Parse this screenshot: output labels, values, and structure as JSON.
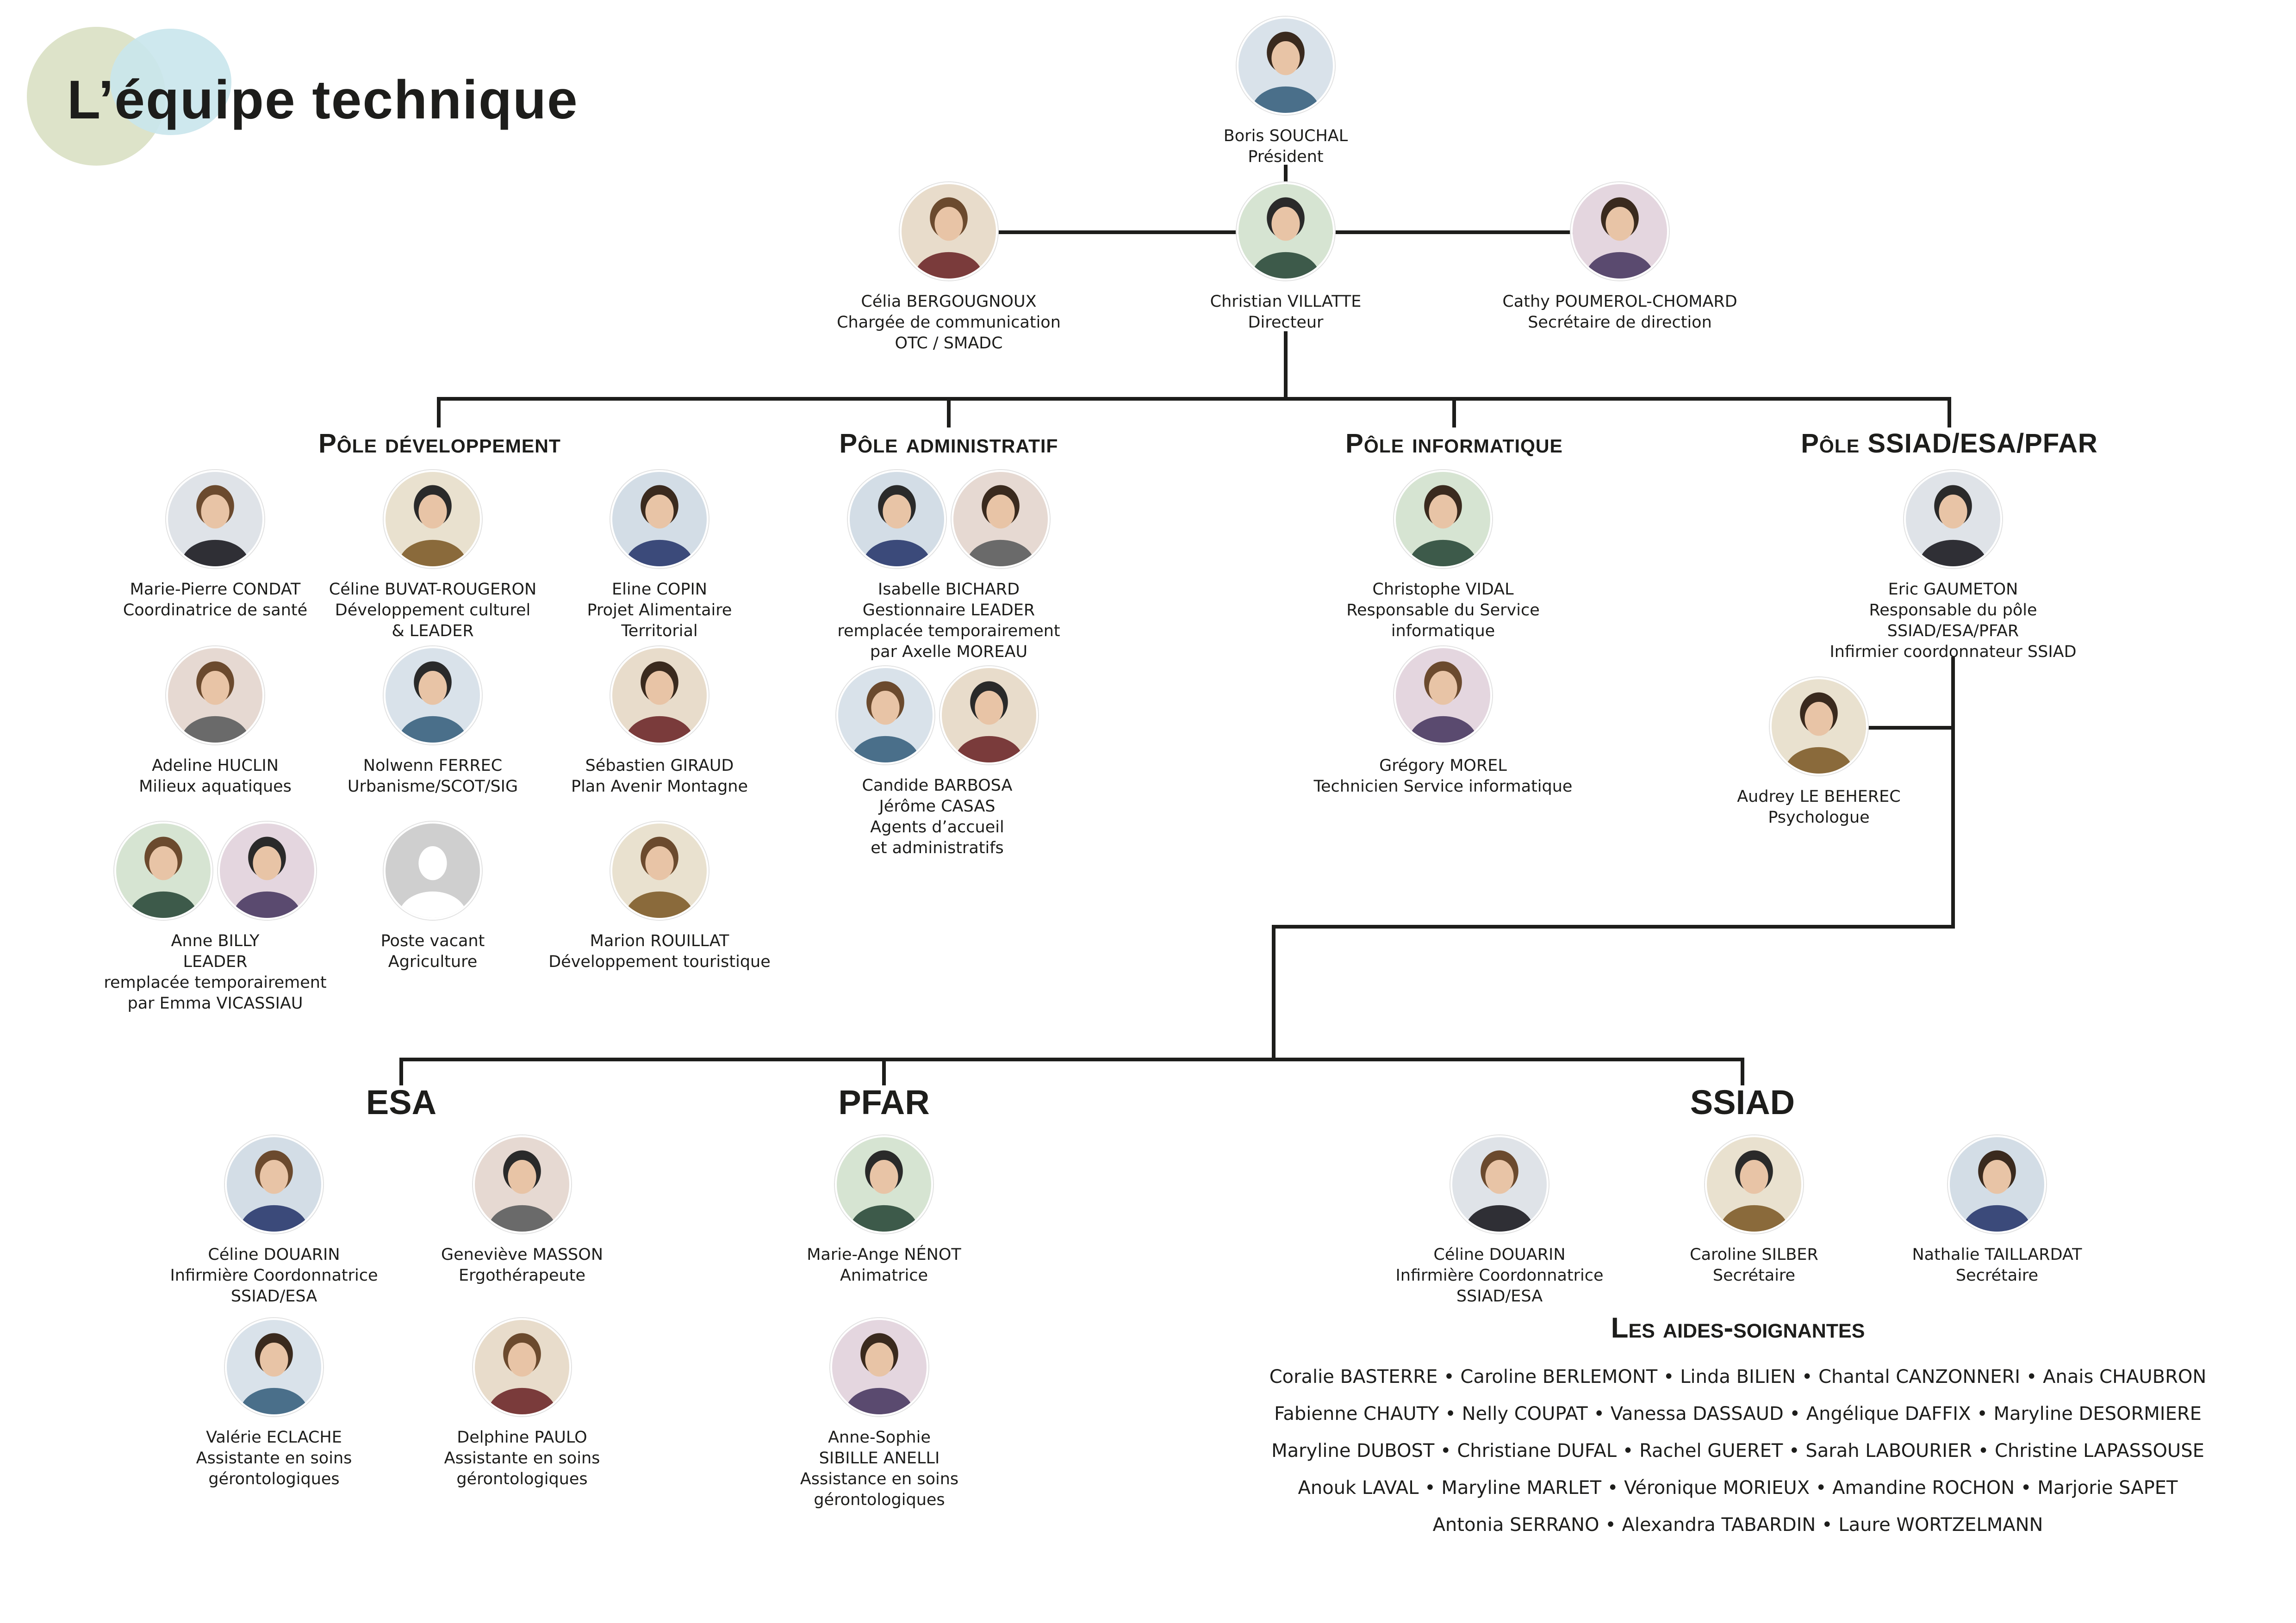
{
  "title": "L’équipe technique",
  "colors": {
    "line": "#1d1d1b",
    "blob_green": "#dde3c9",
    "blob_blue": "#c9e6ec",
    "text": "#1d1d1b"
  },
  "top": {
    "president": {
      "photo": "person-photo",
      "lines": [
        "Boris SOUCHAL",
        "Président"
      ]
    },
    "communication": {
      "photo": "person-photo",
      "lines": [
        "Célia BERGOUGNOUX",
        "Chargée de communication",
        "OTC / SMADC"
      ]
    },
    "director": {
      "photo": "person-photo",
      "lines": [
        "Christian VILLATTE",
        "Directeur"
      ]
    },
    "secretary": {
      "photo": "person-photo",
      "lines": [
        "Cathy POUMEROL-CHOMARD",
        "Secrétaire de direction"
      ]
    }
  },
  "poles": {
    "dev": {
      "title": "Pôle développement",
      "condat": [
        "Marie-Pierre CONDAT",
        "Coordinatrice de santé"
      ],
      "buvat": [
        "Céline BUVAT-ROUGERON",
        "Développement culturel",
        "& LEADER"
      ],
      "copin": [
        "Eline COPIN",
        "Projet Alimentaire",
        "Territorial"
      ],
      "huclin": [
        "Adeline HUCLIN",
        "Milieux aquatiques"
      ],
      "ferrec": [
        "Nolwenn FERREC",
        "Urbanisme/SCOT/SIG"
      ],
      "giraud": [
        "Sébastien GIRAUD",
        "Plan Avenir Montagne"
      ],
      "billy": [
        "Anne BILLY",
        "LEADER",
        "remplacée temporairement",
        "par Emma VICASSIAU"
      ],
      "vacant": [
        "Poste vacant",
        "Agriculture"
      ],
      "rouillat": [
        "Marion ROUILLAT",
        "Développement touristique"
      ]
    },
    "admin": {
      "title": "Pôle administratif",
      "bichard": [
        "Isabelle BICHARD",
        "Gestionnaire LEADER",
        "remplacée temporairement",
        "par Axelle MOREAU"
      ],
      "accueil": [
        "Candide BARBOSA",
        "Jérôme CASAS",
        "Agents d’accueil",
        "et administratifs"
      ]
    },
    "info": {
      "title": "Pôle informatique",
      "vidal": [
        "Christophe VIDAL",
        "Responsable du Service",
        "informatique"
      ],
      "morel": [
        "Grégory MOREL",
        "Technicien Service informatique"
      ]
    },
    "ssiad": {
      "title": "Pôle SSIAD/ESA/PFAR",
      "gaumeton": [
        "Eric GAUMETON",
        "Responsable du pôle",
        "SSIAD/ESA/PFAR",
        "Infirmier coordonnateur SSIAD"
      ],
      "leBeherec": [
        "Audrey LE BEHEREC",
        "Psychologue"
      ]
    }
  },
  "sections": {
    "esa": {
      "title": "ESA",
      "douarin": [
        "Céline DOUARIN",
        "Infirmière Coordonnatrice",
        "SSIAD/ESA"
      ],
      "masson": [
        "Geneviève MASSON",
        "Ergothérapeute"
      ],
      "eclache": [
        "Valérie ECLACHE",
        "Assistante en soins",
        "gérontologiques"
      ],
      "paulo": [
        "Delphine PAULO",
        "Assistante en soins",
        "gérontologiques"
      ]
    },
    "pfar": {
      "title": "PFAR",
      "nenot": [
        "Marie-Ange NÉNOT",
        "Animatrice"
      ],
      "sibille": [
        "Anne-Sophie",
        "SIBILLE ANELLI",
        "Assistance en soins",
        "gérontologiques"
      ]
    },
    "ssiad": {
      "title": "SSIAD",
      "douarin": [
        "Céline DOUARIN",
        "Infirmière Coordonnatrice",
        "SSIAD/ESA"
      ],
      "silber": [
        "Caroline SILBER",
        "Secrétaire"
      ],
      "taillardat": [
        "Nathalie TAILLARDAT",
        "Secrétaire"
      ]
    }
  },
  "aides": {
    "title": "Les aides-soignantes",
    "lines": [
      "Coralie BASTERRE • Caroline BERLEMONT • Linda BILIEN • Chantal CANZONNERI • Anais CHAUBRON",
      "Fabienne CHAUTY • Nelly COUPAT • Vanessa DASSAUD • Angélique DAFFIX • Maryline DESORMIERE",
      "Maryline DUBOST • Christiane DUFAL • Rachel GUERET • Sarah LABOURIER • Christine LAPASSOUSE",
      "Anouk LAVAL • Maryline MARLET • Véronique MORIEUX • Amandine ROCHON • Marjorie SAPET",
      "Antonia SERRANO • Alexandra TABARDIN • Laure WORTZELMANN"
    ]
  }
}
